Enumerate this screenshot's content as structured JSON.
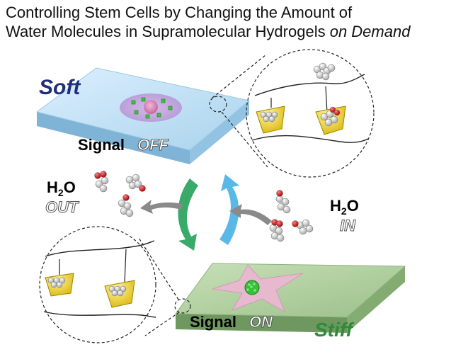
{
  "title": {
    "line1": "Controlling Stem Cells by Changing the Amount of",
    "line2_main": "Water Molecules in Supramolecular Hydrogels ",
    "line2_italic": "on Demand"
  },
  "labels": {
    "soft": "Soft",
    "stiff": "Stiff",
    "signal_word": "Signal",
    "signal_off": "OFF",
    "signal_on": "ON",
    "h2o_left": {
      "h": "H",
      "sub": "2",
      "o": "O",
      "dir": "OUT"
    },
    "h2o_right": {
      "h": "H",
      "sub": "2",
      "o": "O",
      "dir": "IN"
    }
  },
  "colors": {
    "soft_text": "#1f2f7a",
    "stiff_text": "#2e8b3a",
    "soft_slab": "#bfe0f0",
    "stiff_slab": "#a9c99a",
    "cycle_down": "#3aaa6a",
    "cycle_up": "#5ab8e8",
    "flow_arrow": "#8a8a8a"
  }
}
